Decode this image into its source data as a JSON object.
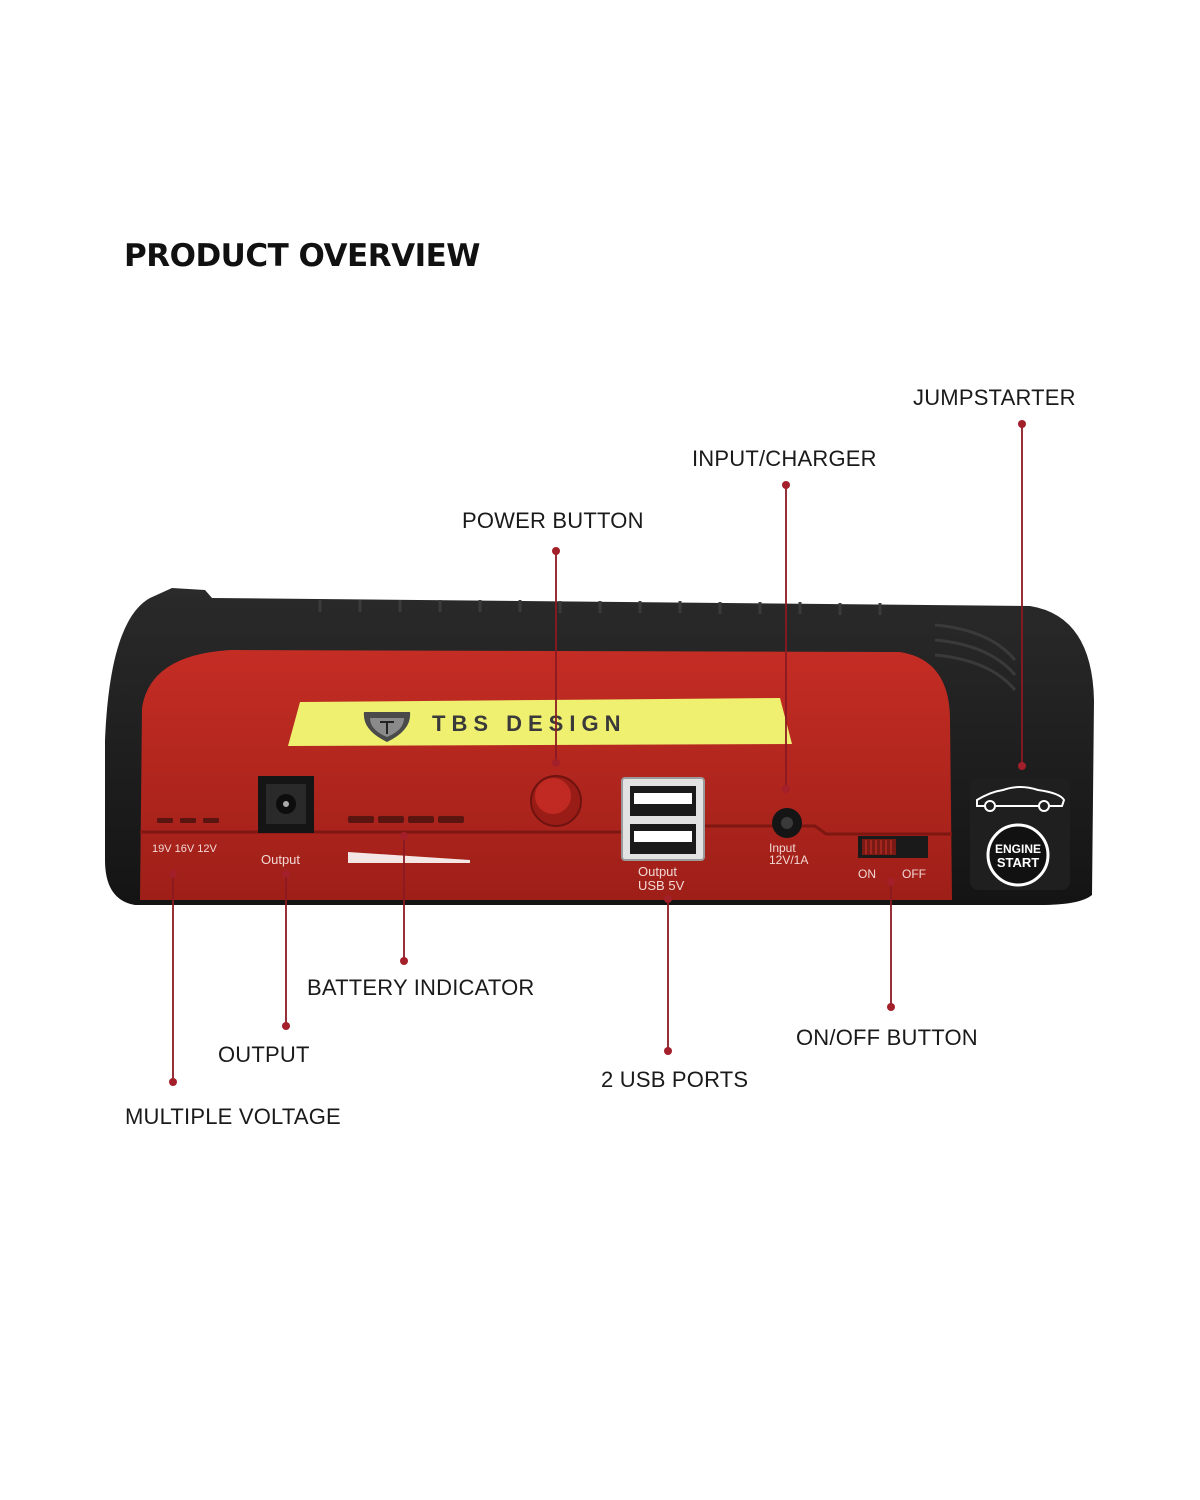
{
  "title": "PRODUCT OVERVIEW",
  "device": {
    "brand": "TBS DESIGN",
    "voltage_labels": "19V 16V 12V",
    "dc_output_label": "Output",
    "usb_output_label_line1": "Output",
    "usb_output_label_line2": "USB 5V",
    "input_label_line1": "Input",
    "input_label_line2": "12V/1A",
    "switch_on": "ON",
    "switch_off": "OFF",
    "engine_line1": "ENGINE",
    "engine_line2": "START"
  },
  "callouts": {
    "jumpstarter": "JUMPSTARTER",
    "input_charger": "INPUT/CHARGER",
    "power_button": "POWER BUTTON",
    "battery_indicator": "BATTERY INDICATOR",
    "output": "OUTPUT",
    "usb_ports": "2 USB PORTS",
    "on_off_button": "ON/OFF BUTTON",
    "multiple_voltage": "MULTIPLE VOLTAGE"
  },
  "colors": {
    "leader": "#8b1a22",
    "dot": "#a3202a",
    "body_red": "#b3261e",
    "body_red_dark": "#8f1b16",
    "rubber_black": "#1b1b1b",
    "label_yellow": "#f0f070"
  }
}
